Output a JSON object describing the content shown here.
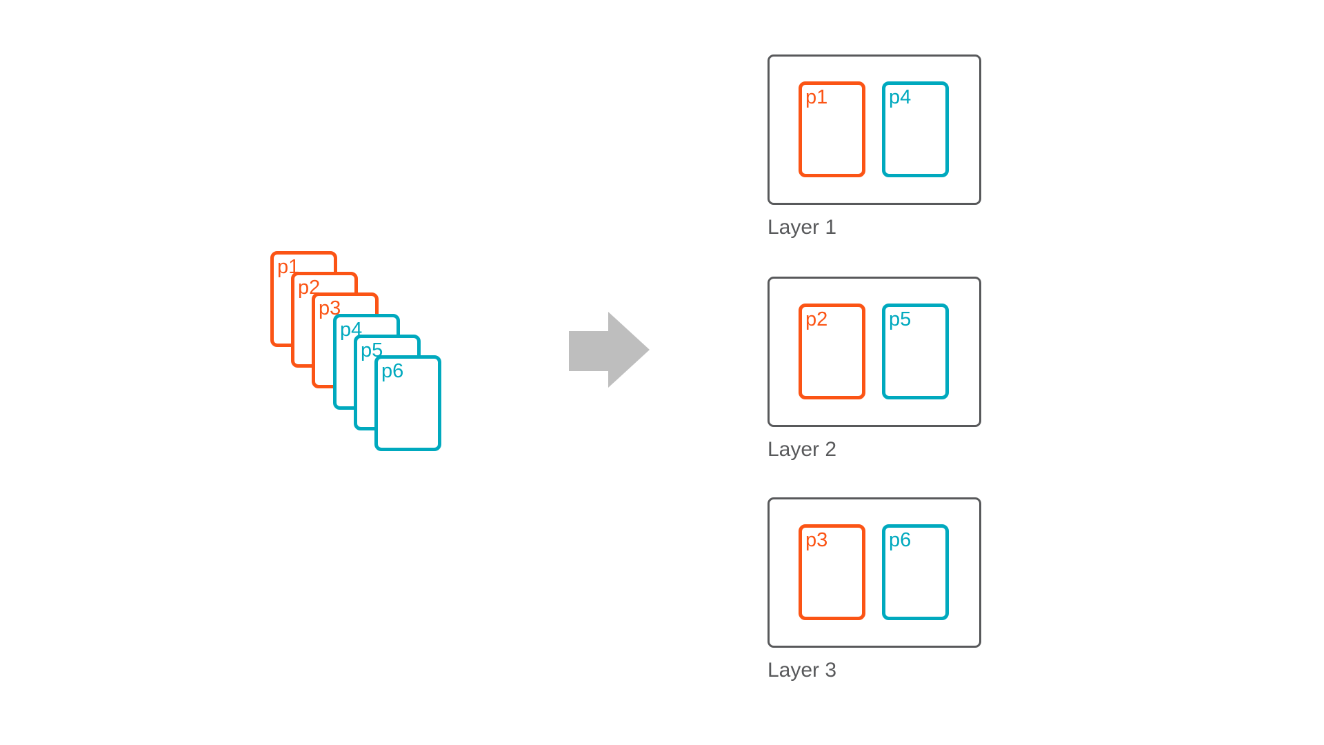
{
  "colors": {
    "orange": "#FB5415",
    "teal": "#00A9BE",
    "box-border": "#58595B",
    "label-text": "#58595B",
    "arrow": "#BEBEBE",
    "card-fill": "#FFFFFF",
    "background": "#FFFFFF"
  },
  "stack": {
    "cards": [
      {
        "label": "p1",
        "color": "orange"
      },
      {
        "label": "p2",
        "color": "orange"
      },
      {
        "label": "p3",
        "color": "orange"
      },
      {
        "label": "p4",
        "color": "teal"
      },
      {
        "label": "p5",
        "color": "teal"
      },
      {
        "label": "p6",
        "color": "teal"
      }
    ]
  },
  "arrow": {
    "name": "right-arrow"
  },
  "layers": [
    {
      "label": "Layer 1",
      "cards": [
        {
          "label": "p1",
          "color": "orange"
        },
        {
          "label": "p4",
          "color": "teal"
        }
      ]
    },
    {
      "label": "Layer 2",
      "cards": [
        {
          "label": "p2",
          "color": "orange"
        },
        {
          "label": "p5",
          "color": "teal"
        }
      ]
    },
    {
      "label": "Layer 3",
      "cards": [
        {
          "label": "p3",
          "color": "orange"
        },
        {
          "label": "p6",
          "color": "teal"
        }
      ]
    }
  ]
}
